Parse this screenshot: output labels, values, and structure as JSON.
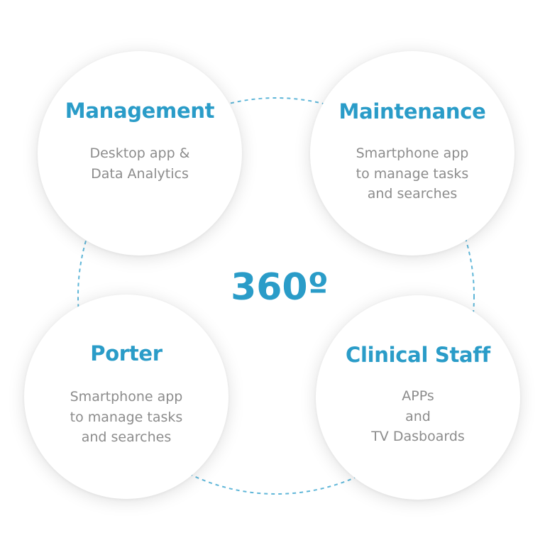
{
  "center": {
    "label": "360º"
  },
  "nodes": [
    {
      "title": "Management",
      "lines": [
        "Desktop app &",
        "Data Analytics"
      ]
    },
    {
      "title": "Maintenance",
      "lines": [
        "Smartphone app",
        "to manage tasks",
        "and searches"
      ]
    },
    {
      "title": "Porter",
      "lines": [
        "Smartphone app",
        "to manage tasks",
        "and searches"
      ]
    },
    {
      "title": "Clinical Staff",
      "lines": [
        "APPs",
        "and",
        "TV Dasboards"
      ]
    }
  ],
  "colors": {
    "accent": "#2a9cc8",
    "ring": "#5fb6d8",
    "text_muted": "#8c8c8c"
  }
}
